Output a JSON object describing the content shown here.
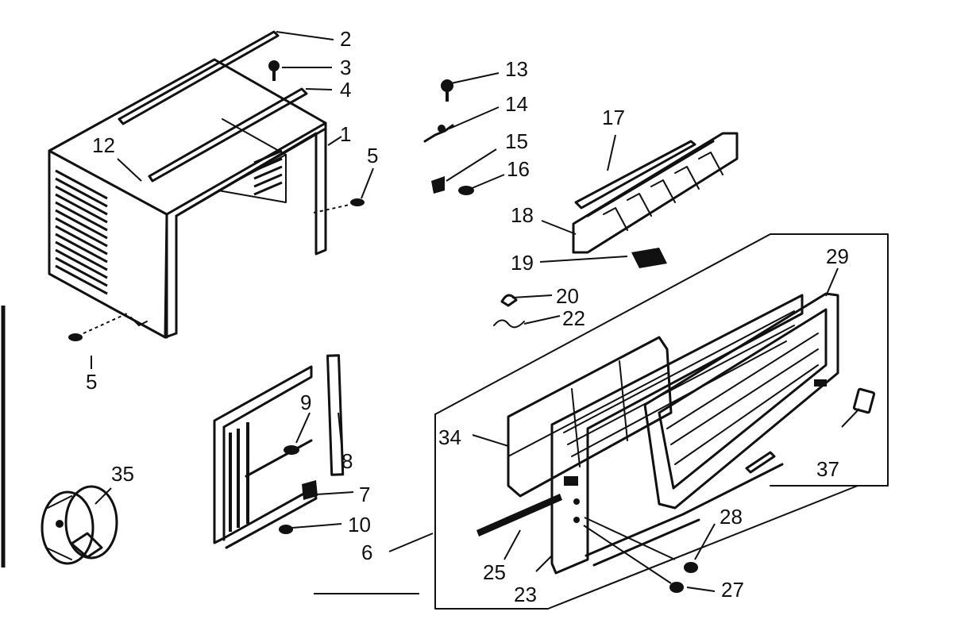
{
  "callouts": [
    {
      "id": "c1",
      "text": "1"
    },
    {
      "id": "c2",
      "text": "2"
    },
    {
      "id": "c3",
      "text": "3"
    },
    {
      "id": "c4",
      "text": "4"
    },
    {
      "id": "c5a",
      "text": "5"
    },
    {
      "id": "c5b",
      "text": "5"
    },
    {
      "id": "c6",
      "text": "6"
    },
    {
      "id": "c7",
      "text": "7"
    },
    {
      "id": "c8",
      "text": "8"
    },
    {
      "id": "c9",
      "text": "9"
    },
    {
      "id": "c10",
      "text": "10"
    },
    {
      "id": "c12",
      "text": "12"
    },
    {
      "id": "c13",
      "text": "13"
    },
    {
      "id": "c14",
      "text": "14"
    },
    {
      "id": "c15",
      "text": "15"
    },
    {
      "id": "c16",
      "text": "16"
    },
    {
      "id": "c17",
      "text": "17"
    },
    {
      "id": "c18",
      "text": "18"
    },
    {
      "id": "c19",
      "text": "19"
    },
    {
      "id": "c20",
      "text": "20"
    },
    {
      "id": "c22",
      "text": "22"
    },
    {
      "id": "c23",
      "text": "23"
    },
    {
      "id": "c25",
      "text": "25"
    },
    {
      "id": "c27",
      "text": "27"
    },
    {
      "id": "c28",
      "text": "28"
    },
    {
      "id": "c29",
      "text": "29"
    },
    {
      "id": "c34",
      "text": "34"
    },
    {
      "id": "c35",
      "text": "35"
    },
    {
      "id": "c37",
      "text": "37"
    }
  ]
}
